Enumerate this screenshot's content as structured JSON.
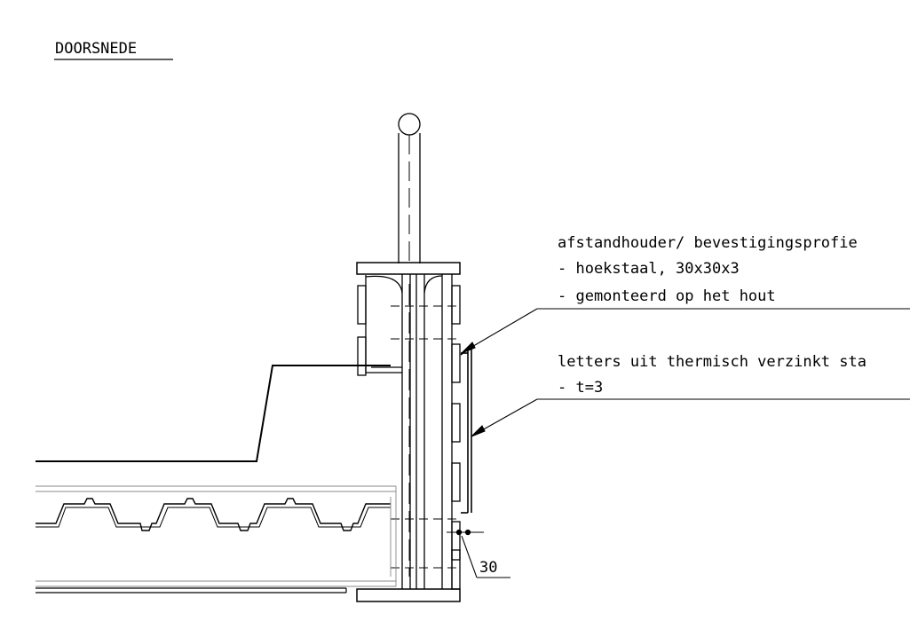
{
  "drawing": {
    "title": "DOORSNEDE",
    "annotations": {
      "profile": {
        "line1": "afstandhouder/ bevestigingsprofie",
        "line2": "- hoekstaal, 30x30x3",
        "line3": "- gemonteerd op het hout"
      },
      "letters": {
        "line1": "letters uit thermisch verzinkt sta",
        "line2": "- t=3"
      }
    },
    "dimension": {
      "value": "30"
    }
  }
}
